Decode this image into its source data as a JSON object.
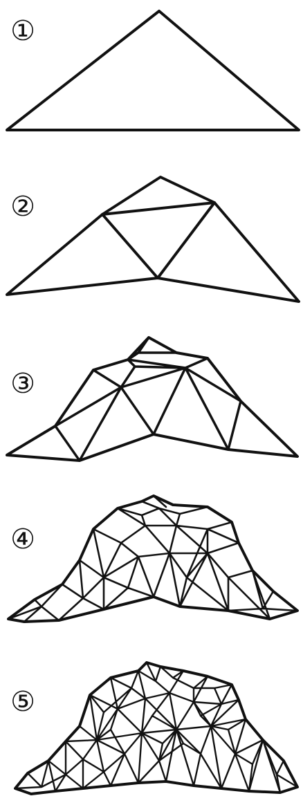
{
  "figure": {
    "line_color": "#111111",
    "background": "#ffffff",
    "steps": [
      {
        "number": "①"
      },
      {
        "number": "②"
      },
      {
        "number": "③"
      },
      {
        "number": "④"
      },
      {
        "number": "⑤"
      }
    ]
  }
}
